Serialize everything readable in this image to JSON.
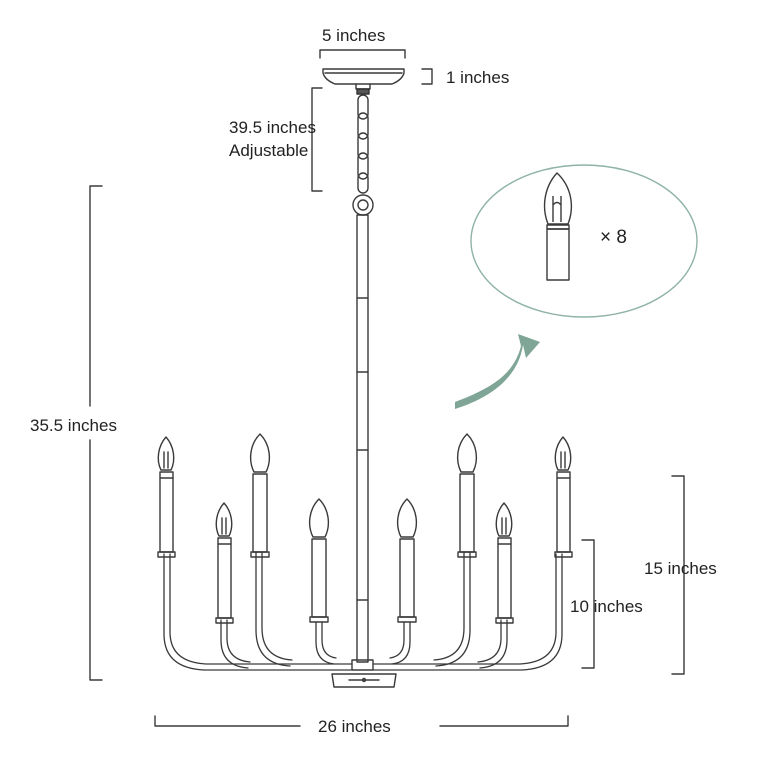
{
  "dimensions": {
    "canopy_width": "5 inches",
    "canopy_height": "1 inches",
    "chain_length": "39.5 inches",
    "chain_note": "Adjustable",
    "overall_height": "35.5 inches",
    "candle_height_tall": "15 inches",
    "candle_height_short": "10 inches",
    "overall_width": "26 inches"
  },
  "bulb_callout": {
    "count_label": "× 8",
    "icon": "candelabra-bulb-icon"
  },
  "colors": {
    "line": "#3a3a3a",
    "accent": "#7fa597",
    "circle": "#8fb3a6"
  }
}
